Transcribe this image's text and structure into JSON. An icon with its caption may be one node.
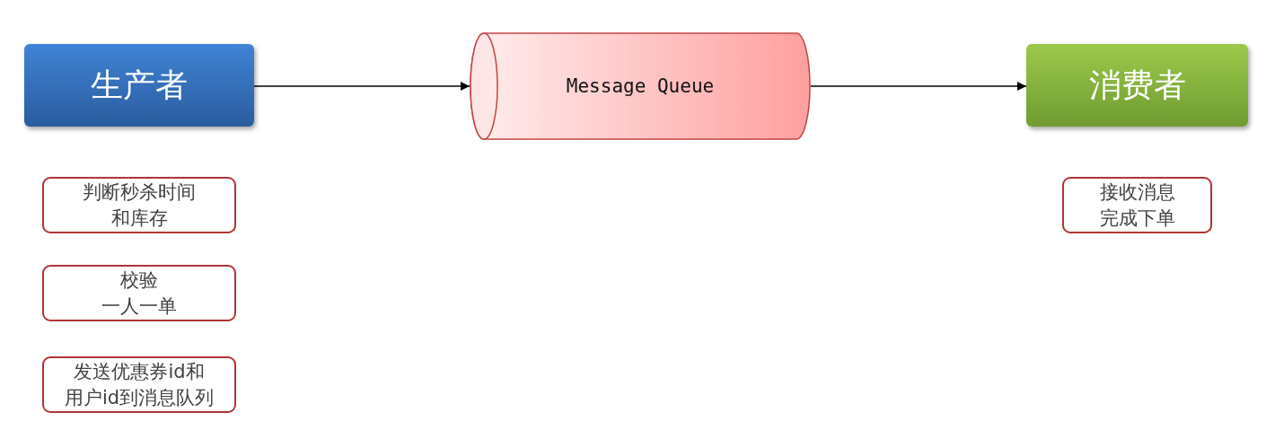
{
  "diagram": {
    "nodes": [
      {
        "text": [
          "生产者"
        ]
      },
      {
        "text": [
          "Message Queue"
        ]
      },
      {
        "text": [
          "消费者"
        ]
      },
      {
        "text": [
          "判断秒杀时间和库存"
        ]
      },
      {
        "text": [
          "校验一人一单"
        ]
      },
      {
        "text": [
          "发送优惠券id和用户id到消息队列"
        ]
      },
      {
        "text": [
          "接收消息完成下单"
        ]
      }
    ],
    "edges": [
      {
        "from": 0,
        "to": 1,
        "arrow": "to"
      },
      {
        "from": 1,
        "to": 2,
        "arrow": "to"
      }
    ]
  }
}
